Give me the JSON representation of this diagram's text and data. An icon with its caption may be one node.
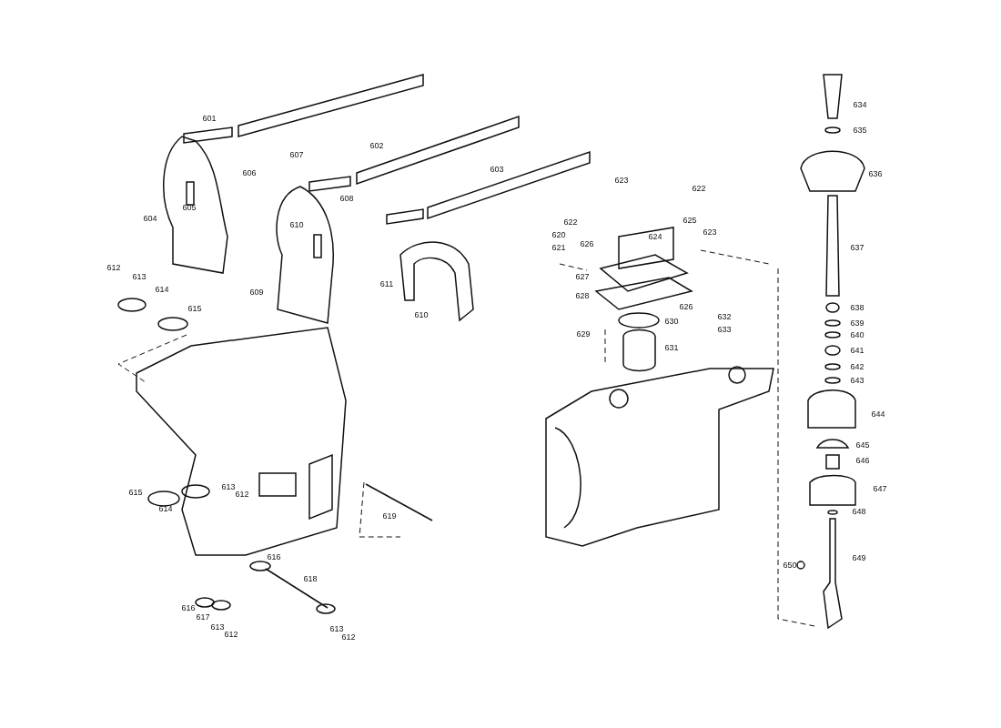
{
  "diagram": {
    "labels": [
      "634",
      "601",
      "635",
      "636",
      "602",
      "607",
      "603",
      "623",
      "622",
      "606",
      "608",
      "605",
      "604",
      "622",
      "625",
      "623",
      "624",
      "620",
      "610",
      "621",
      "626",
      "637",
      "612",
      "613",
      "614",
      "611",
      "627",
      "609",
      "628",
      "626",
      "638",
      "615",
      "632",
      "610",
      "630",
      "639",
      "633",
      "629",
      "640",
      "631",
      "641",
      "642",
      "643",
      "644",
      "645",
      "646",
      "615",
      "613",
      "612",
      "647",
      "614",
      "619",
      "648",
      "649",
      "616",
      "650",
      "618",
      "616",
      "617",
      "613",
      "613",
      "612",
      "612"
    ]
  }
}
